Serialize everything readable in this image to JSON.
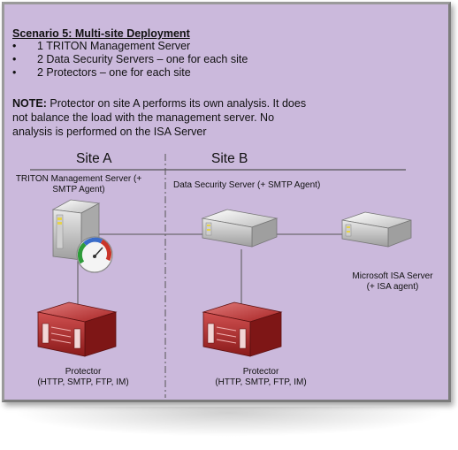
{
  "scenario": {
    "title": "Scenario 5: Multi-site Deployment",
    "bullets": [
      "1 TRITON Management Server",
      "2 Data Security Servers – one for each site",
      "2 Protectors – one for each site"
    ],
    "note_label": "NOTE:",
    "note_text": " Protector on site A performs its own analysis. It does not balance the load with the management server. No analysis is performed on the ISA Server"
  },
  "sites": {
    "a_label": "Site A",
    "b_label": "Site B"
  },
  "nodes": {
    "triton_line1": "TRITON Management Server (+",
    "triton_line2": "SMTP Agent)",
    "data_security": "Data Security Server (+ SMTP Agent)",
    "isa_line1": "Microsoft ISA Server",
    "isa_line2": "(+ ISA agent)",
    "protector_a_line1": "Protector",
    "protector_a_line2": "(HTTP, SMTP, FTP, IM)",
    "protector_b_line1": "Protector",
    "protector_b_line2": "(HTTP, SMTP, FTP, IM)"
  },
  "colors": {
    "panel_bg": "#cbb9dc",
    "protector_red": "#b02a2a",
    "server_gray": "#d9d9d9"
  }
}
